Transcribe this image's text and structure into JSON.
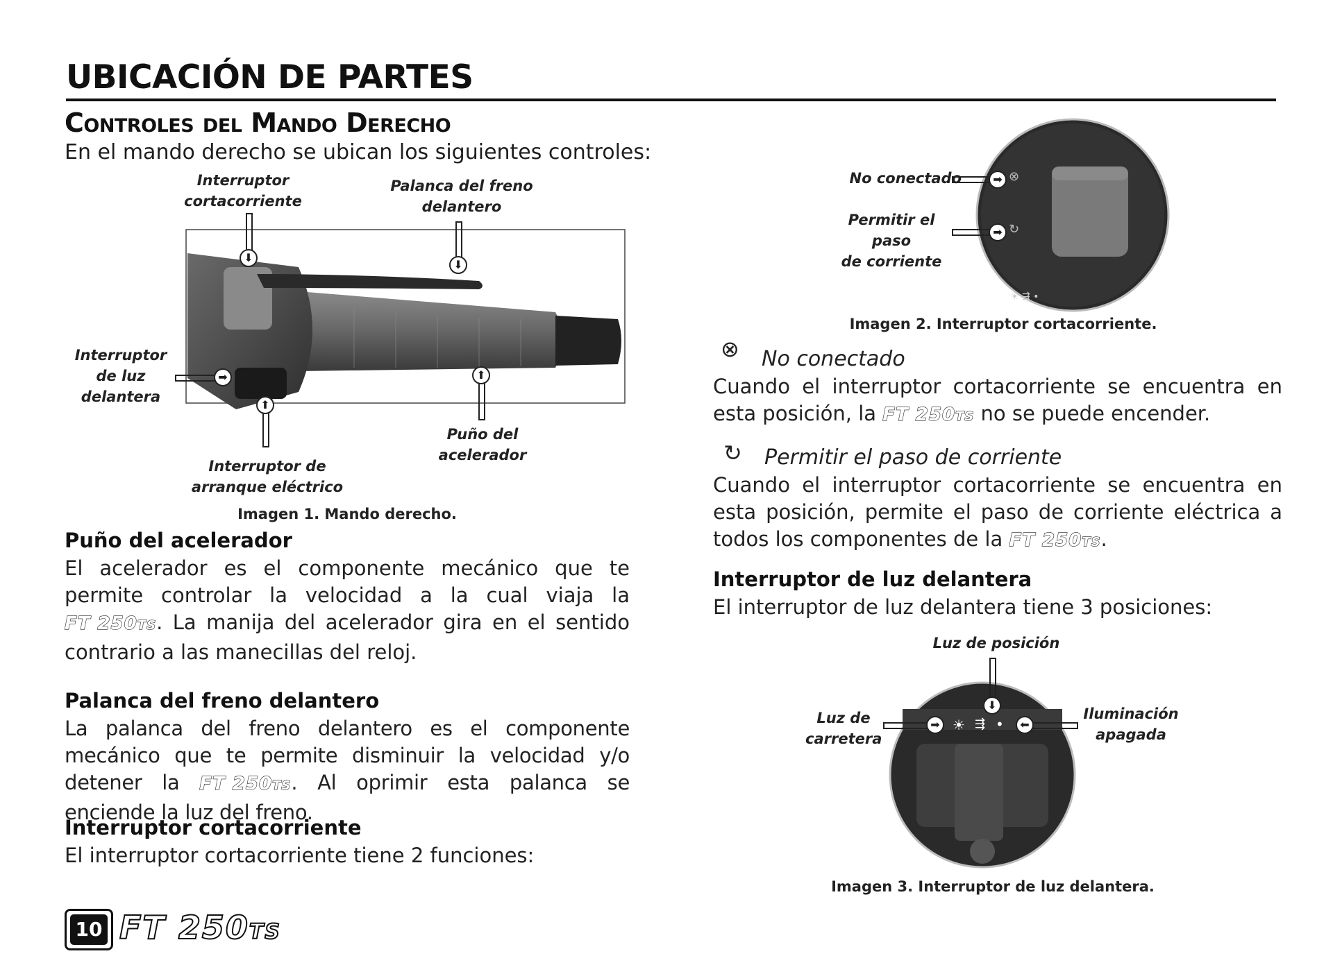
{
  "header": {
    "title": "UBICACIÓN DE PARTES",
    "section_title": "Controles del Mando Derecho",
    "intro": "En el mando derecho se ubican los siguientes controles:"
  },
  "brand": {
    "model": "FT 250",
    "suffix": "TS"
  },
  "figure1": {
    "labels": {
      "kill_switch": [
        "Interruptor",
        "cortacorriente"
      ],
      "brake_lever": [
        "Palanca del freno",
        "delantero"
      ],
      "headlight_switch": [
        "Interruptor",
        "de luz",
        "delantera"
      ],
      "starter": [
        "Interruptor de",
        "arranque eléctrico"
      ],
      "throttle": [
        "Puño del",
        "acelerador"
      ]
    },
    "caption": "Imagen 1. Mando derecho."
  },
  "left_column": {
    "throttle": {
      "heading": "Puño del acelerador",
      "text_before": "El acelerador es el componente mecánico que te permite controlar la velocidad a la cual viaja la",
      "text_after": ". La manija del acelerador  gira en el sentido contrario a las manecillas del reloj."
    },
    "brake": {
      "heading": "Palanca del freno delantero",
      "text_before": "La palanca del freno delantero es el componente mecánico que te permite disminuir la velocidad y/o detener la",
      "text_after": ". Al oprimir esta palanca se enciende la luz del freno."
    },
    "kill": {
      "heading": "Interruptor cortacorriente",
      "text": "El interruptor cortacorriente tiene 2 funciones:"
    }
  },
  "figure2": {
    "labels": {
      "off": "No conectado",
      "on": [
        "Permitir el paso",
        "de corriente"
      ]
    },
    "caption": "Imagen 2. Interruptor cortacorriente."
  },
  "right_column": {
    "off_mode": {
      "heading": "No conectado",
      "text_before": "Cuando el interruptor cortacorriente se encuentra en esta posición, la",
      "text_after": "no se puede encender."
    },
    "on_mode": {
      "heading": "Permitir el paso de corriente",
      "text_before": "Cuando el interruptor cortacorriente se encuentra en esta posición, permite el paso de corriente eléctrica a todos los componentes de la",
      "text_after": "."
    },
    "headlight": {
      "heading": "Interruptor de luz delantera",
      "text": "El interruptor de luz delantera tiene 3 posiciones:"
    }
  },
  "figure3": {
    "labels": {
      "position": "Luz de posición",
      "high": [
        "Luz de",
        "carretera"
      ],
      "off": [
        "Iluminación",
        "apagada"
      ]
    },
    "caption": "Imagen 3. Interruptor de luz delantera."
  },
  "footer": {
    "page_number": "10"
  }
}
